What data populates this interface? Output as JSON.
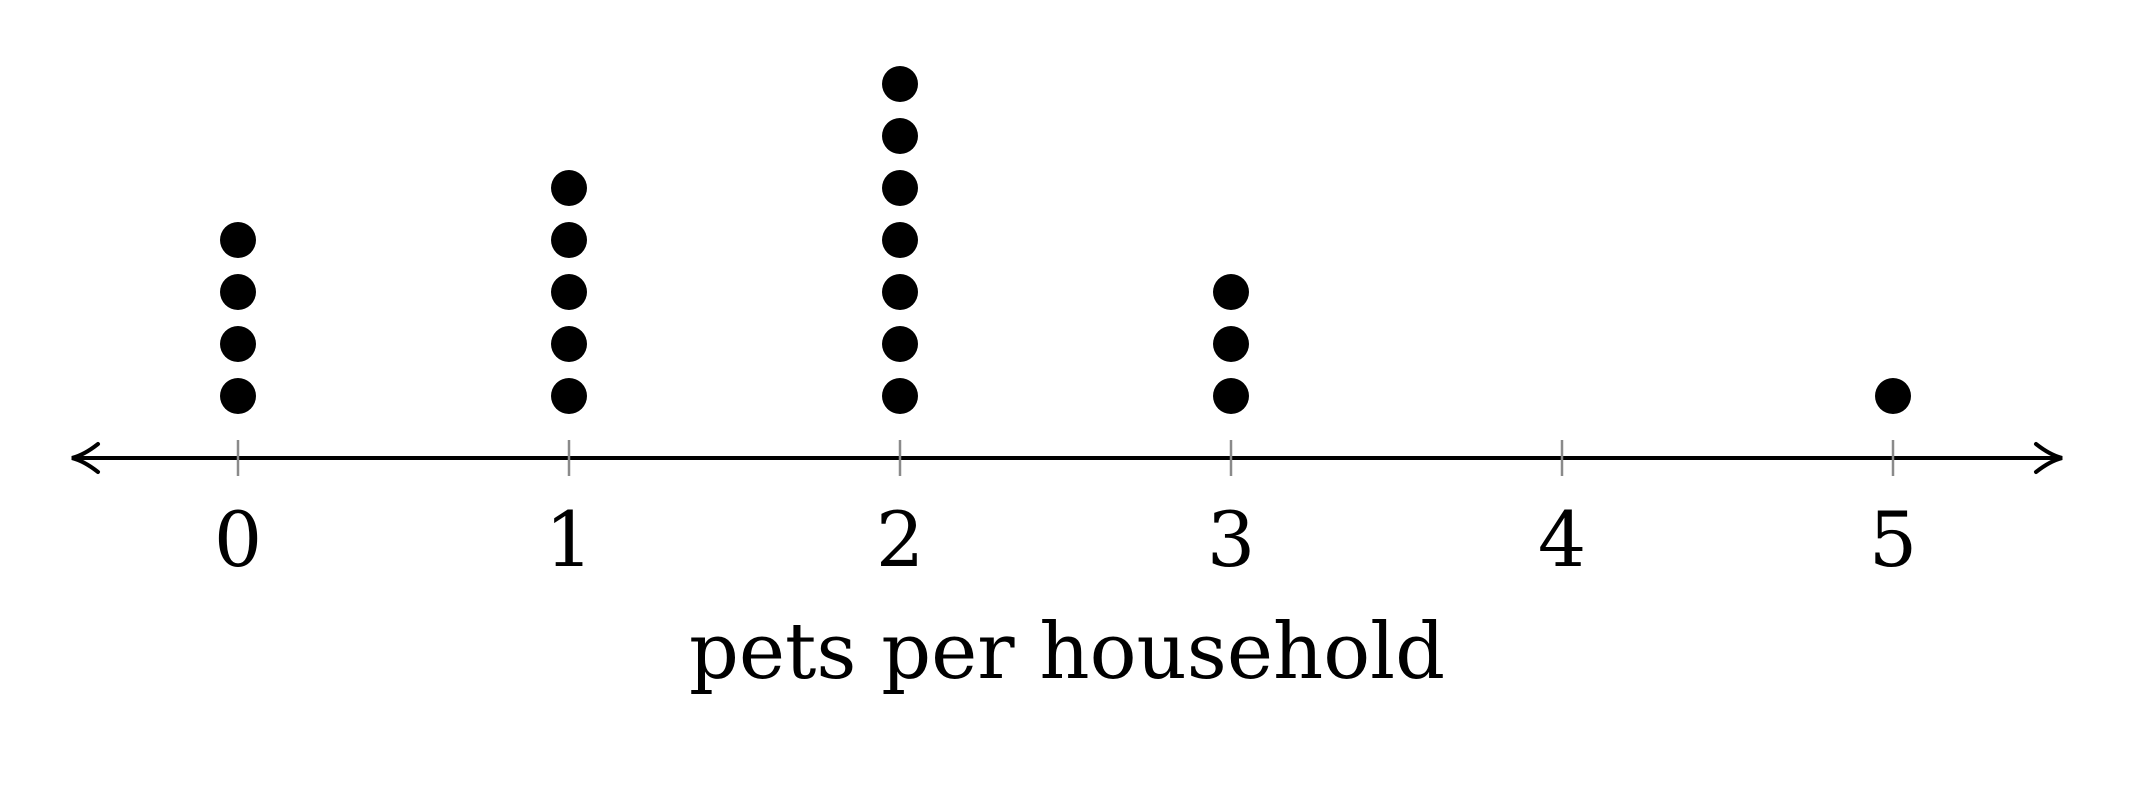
{
  "chart_data": {
    "type": "dot",
    "xlabel": "pets per household",
    "ylabel": "",
    "title": "",
    "x_ticks": [
      0,
      1,
      2,
      3,
      4,
      5
    ],
    "xlim": [
      -0.5,
      5.5
    ],
    "categories": [
      0,
      1,
      2,
      3,
      4,
      5
    ],
    "values": [
      4,
      5,
      7,
      3,
      0,
      1
    ],
    "axis_arrows": true,
    "grid": false,
    "colors": {
      "dot": "#000000",
      "axis": "#000000",
      "tick": "#8a8a8a"
    }
  }
}
